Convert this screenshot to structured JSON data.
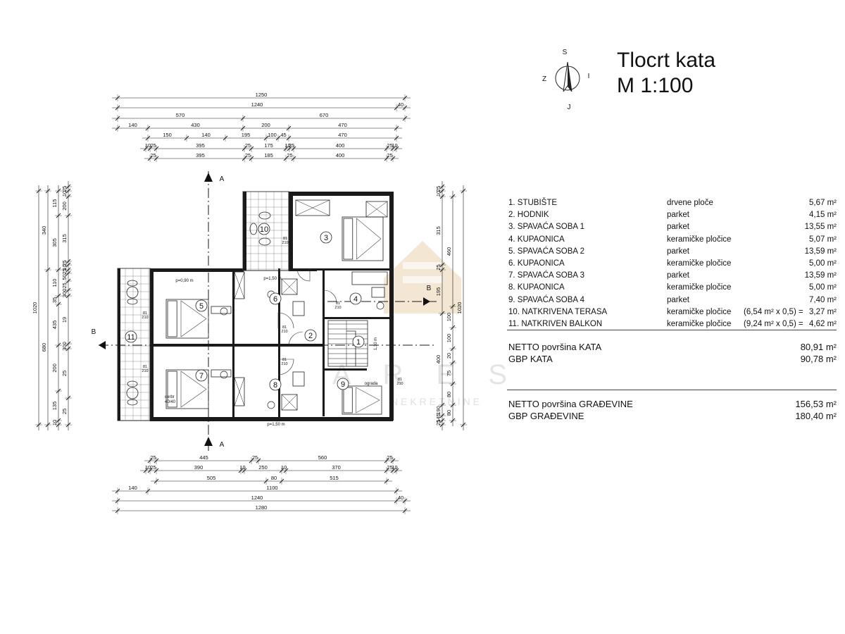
{
  "title": {
    "line1": "Tlocrt kata",
    "line2": "M 1:100"
  },
  "compass": {
    "n": "S",
    "s": "J",
    "w": "Z",
    "e": "I"
  },
  "legend": [
    {
      "label": "1.  STUBIŠTE",
      "material": "drvene ploče",
      "calc": "",
      "area": "5,67 m²"
    },
    {
      "label": "2.  HODNIK",
      "material": "parket",
      "calc": "",
      "area": "4,15 m²"
    },
    {
      "label": "3.  SPAVAĆA SOBA 1",
      "material": "parket",
      "calc": "",
      "area": "13,55 m²"
    },
    {
      "label": "4.  KUPAONICA",
      "material": "keramičke pločice",
      "calc": "",
      "area": "5,07 m²"
    },
    {
      "label": "5.  SPAVAĆA SOBA 2",
      "material": "parket",
      "calc": "",
      "area": "13,59 m²"
    },
    {
      "label": "6.  KUPAONICA",
      "material": "keramičke pločice",
      "calc": "",
      "area": "5,00 m²"
    },
    {
      "label": "7.  SPAVAĆA SOBA 3",
      "material": "parket",
      "calc": "",
      "area": "13,59 m²"
    },
    {
      "label": "8.  KUPAONICA",
      "material": "keramičke pločice",
      "calc": "",
      "area": "5,00 m²"
    },
    {
      "label": "9.  SPAVAĆA SOBA 4",
      "material": "parket",
      "calc": "",
      "area": "7,40 m²"
    },
    {
      "label": "10. NATKRIVENA TERASA",
      "material": "keramičke pločice",
      "calc": "(6,54 m² x 0,5)  =",
      "area": "3,27 m²"
    },
    {
      "label": "11. NATKRIVEN BALKON",
      "material": "keramičke pločice",
      "calc": "(9,24 m² x 0,5)  =",
      "area": "4,62 m²"
    }
  ],
  "totals_floor": [
    {
      "label": "NETTO površina KATA",
      "area": "80,91 m²"
    },
    {
      "label": "GBP KATA",
      "area": "90,78 m²"
    }
  ],
  "totals_building": [
    {
      "label": "NETTO površina GRAĐEVINE",
      "area": "156,53 m²"
    },
    {
      "label": "GBP GRAĐEVINE",
      "area": "180,40 m²"
    }
  ],
  "section_marks": {
    "a": "A",
    "b": "B"
  },
  "room_numbers": [
    "1",
    "2",
    "3",
    "4",
    "5",
    "6",
    "7",
    "8",
    "9",
    "10",
    "11"
  ],
  "dims_top": {
    "r1": [
      "1250"
    ],
    "r2": [
      "1240",
      "40"
    ],
    "r3": [
      "570",
      "670"
    ],
    "r4": [
      "140",
      "430",
      "200",
      "470"
    ],
    "r5": [
      "150",
      "140",
      "195",
      "100",
      "45",
      "470"
    ],
    "r6": [
      "10",
      "25",
      "395",
      "25",
      "175",
      "10",
      "25",
      "400",
      "25",
      "10"
    ],
    "r7": [
      "25",
      "395",
      "25",
      "185",
      "25",
      "400",
      "25"
    ]
  },
  "dims_bottom": {
    "r1": [
      "25",
      "445",
      "25",
      "560",
      "25"
    ],
    "r2": [
      "10",
      "25",
      "390",
      "10",
      "250",
      "10",
      "370",
      "25",
      "10"
    ],
    "r3": [
      "505",
      "80",
      "515"
    ],
    "r4": [
      "140",
      "1100"
    ],
    "r5": [
      "1240",
      "40"
    ],
    "r6": [
      "1280"
    ]
  },
  "dims_left": {
    "c1": [
      "1020"
    ],
    "c2": [
      "340",
      "680"
    ],
    "c3": [
      "115",
      "305",
      "110",
      "35",
      "435",
      "200",
      "135",
      "10"
    ],
    "c4": [
      "25",
      "10",
      "200",
      "315",
      "25",
      "10",
      "25",
      "50",
      "25",
      "300",
      "19",
      "300",
      "25",
      "25"
    ]
  },
  "dims_right": {
    "c1": [
      "25",
      "10",
      "315",
      "25",
      "195",
      "400",
      "190",
      "145",
      "25",
      "10"
    ],
    "c2": [
      "460",
      "100",
      "100",
      "20",
      "75",
      "80",
      "80"
    ],
    "c3": [
      "1020"
    ]
  },
  "notes": {
    "opening1": "p=0,90 m",
    "opening2": "p=1,50 m",
    "opening3": "p=1,50 m",
    "stair": "1,10 m",
    "door": "81\n210",
    "ograda": "ograda",
    "cevni": "cerbr\n40/40"
  },
  "watermark": {
    "text": "A R E S",
    "sub": "NEKRETNINE"
  },
  "colors": {
    "line": "#1a1a1a",
    "wall": "#1a1a1a",
    "watermark": "#e9d4b0",
    "tile": "#777777"
  }
}
